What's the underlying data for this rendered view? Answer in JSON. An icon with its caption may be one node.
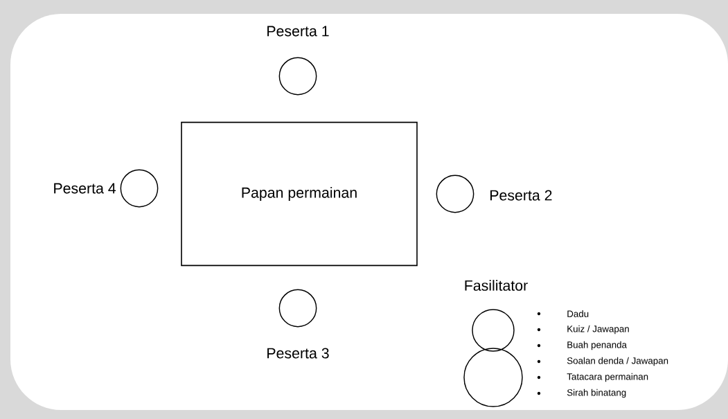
{
  "diagram": {
    "nodes": [
      {
        "text": [],
        "shape": "circle",
        "beside": [
          "Peserta 1"
        ]
      },
      {
        "text": [
          "Papan permainan"
        ]
      },
      {
        "text": [],
        "shape": "circle",
        "beside": [
          "Peserta 4"
        ]
      },
      {
        "text": [],
        "shape": "circle",
        "beside": [
          "Peserta 2"
        ]
      },
      {
        "text": [],
        "shape": "circle",
        "beside": [
          "Peserta 3"
        ]
      },
      {
        "text": [],
        "shape": "person",
        "beside": [
          "Fasilitator"
        ]
      }
    ],
    "labels": [
      "Dadu",
      "Kuiz / Jawapan",
      "Buah penanda",
      "Soalan denda / Jawapan",
      "Tatacara permainan",
      "Sirah binatang"
    ]
  }
}
